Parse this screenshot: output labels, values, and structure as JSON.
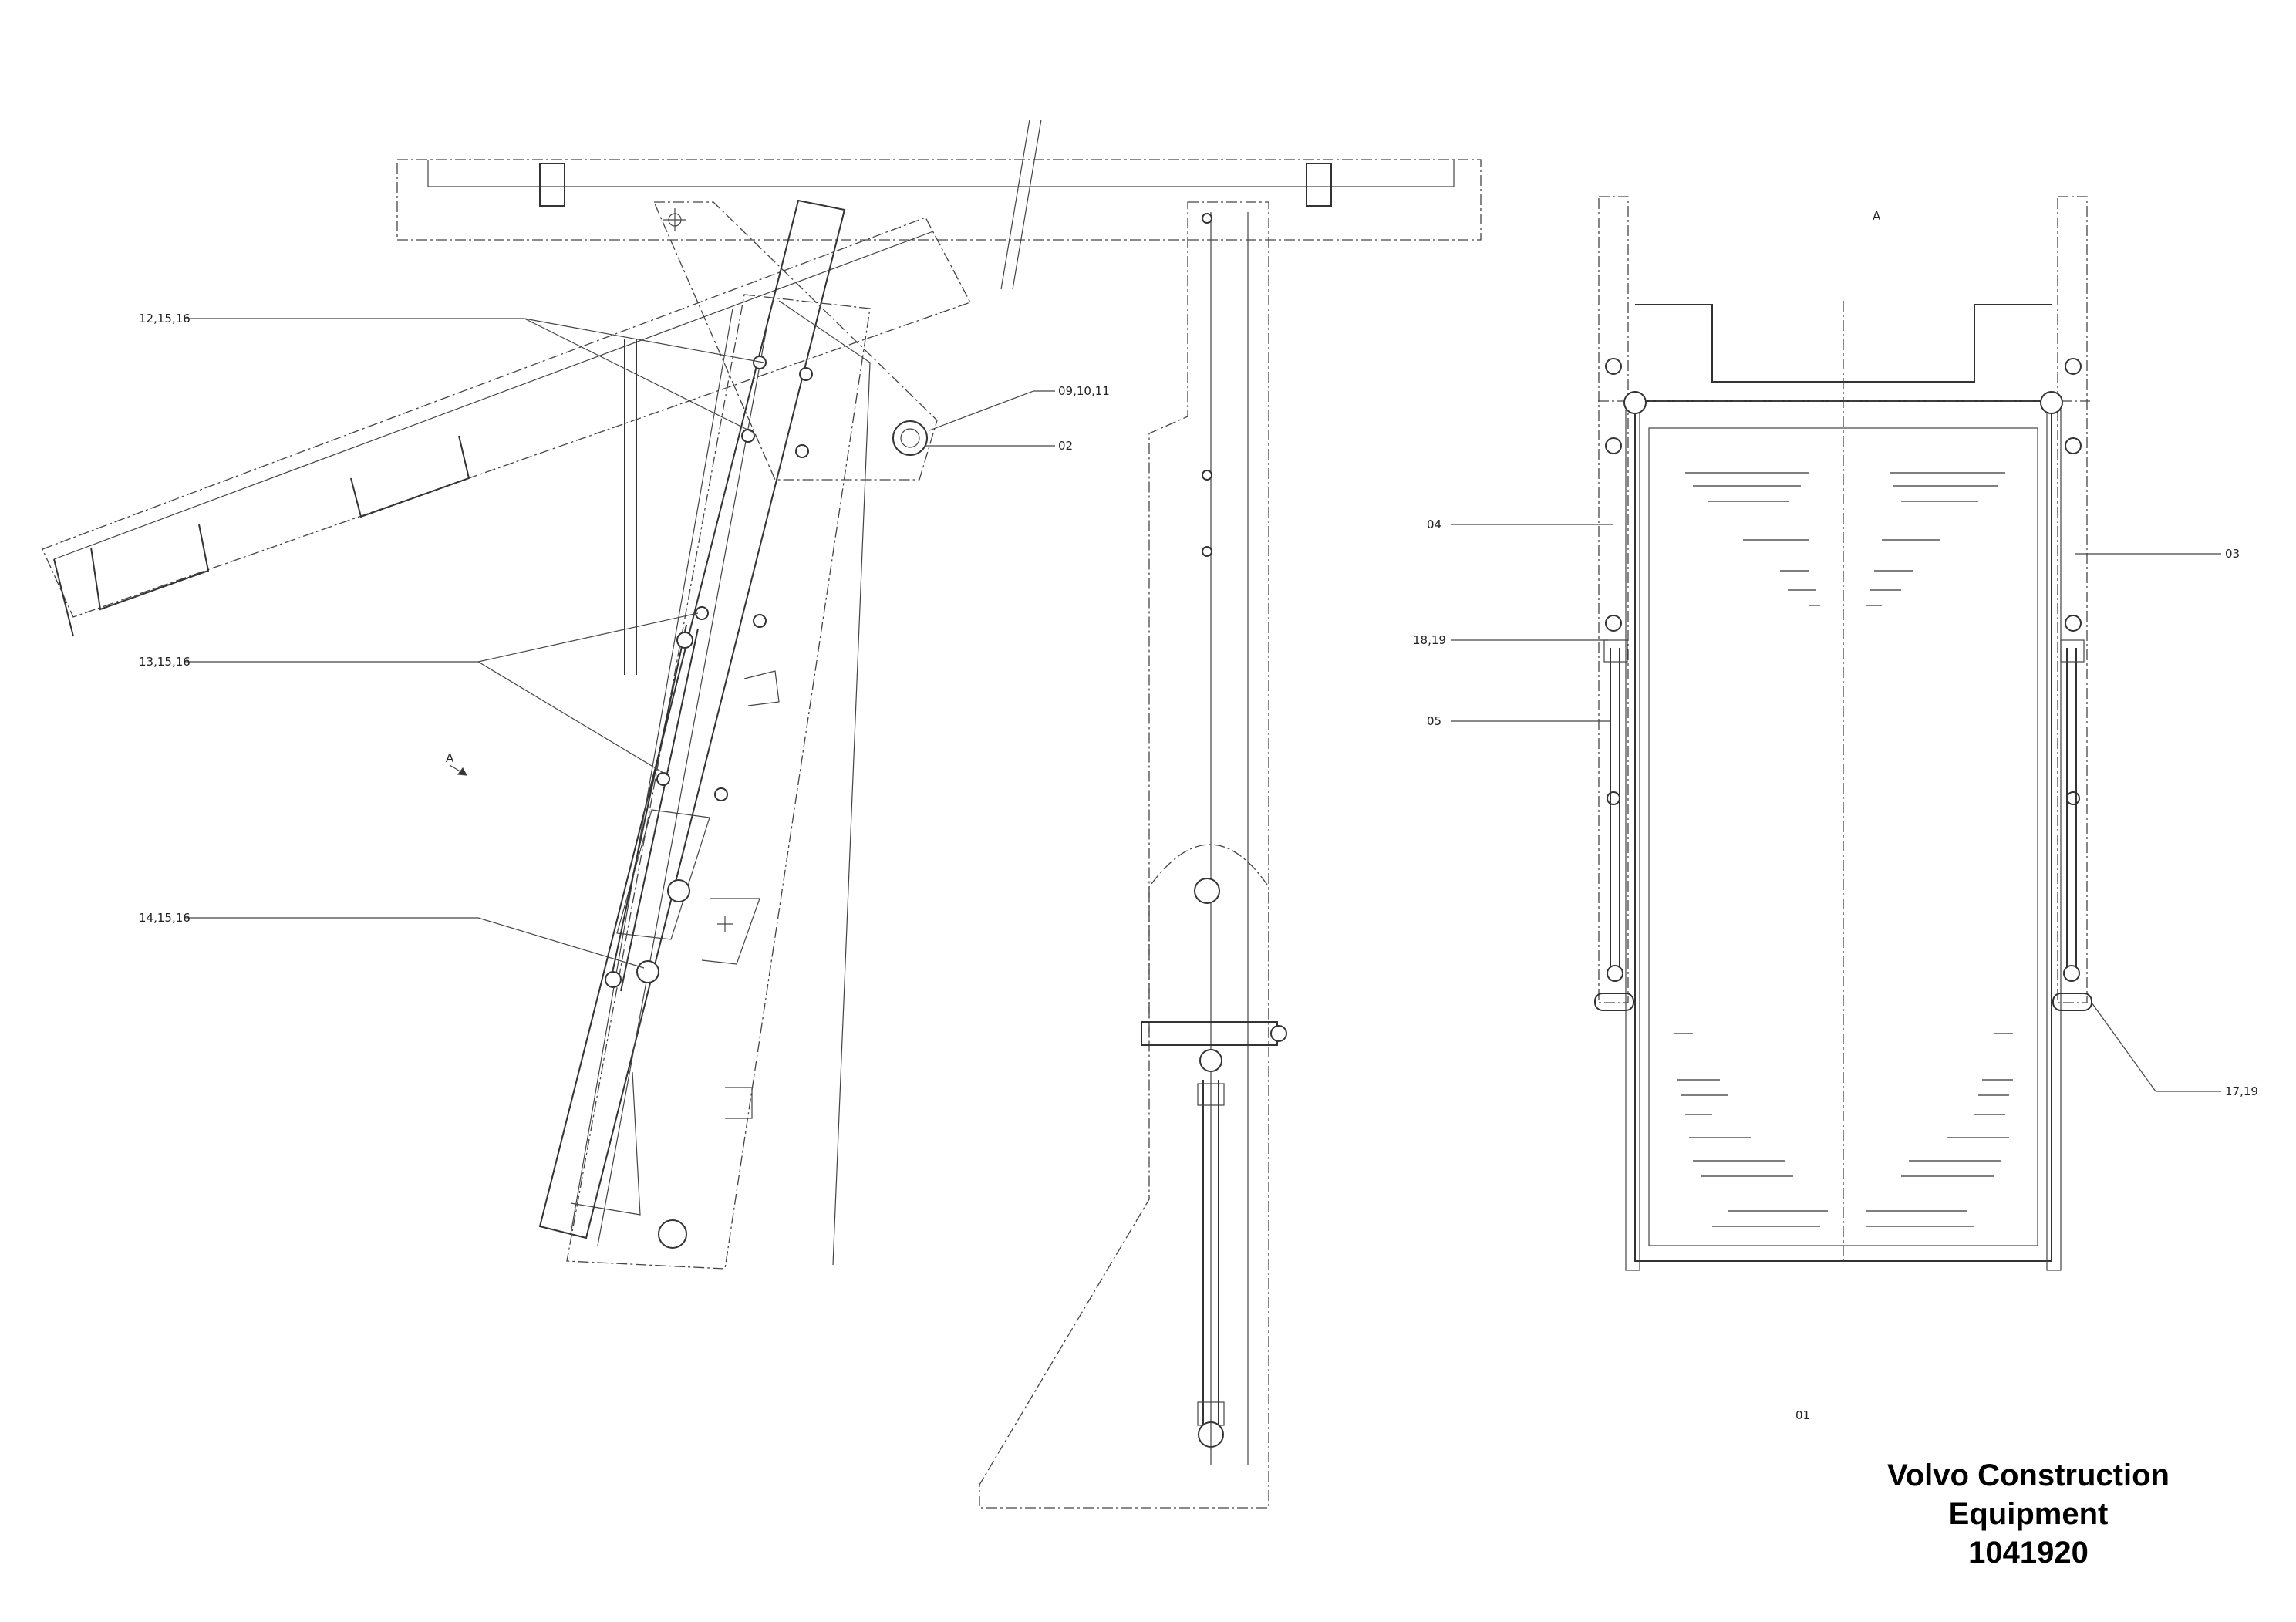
{
  "callouts": {
    "c_12_15_16": "12,15,16",
    "c_13_15_16": "13,15,16",
    "c_14_15_16": "14,15,16",
    "c_09_10_11": "09,10,11",
    "c_02": "02",
    "c_04": "04",
    "c_18_19": "18,19",
    "c_05": "05",
    "c_03": "03",
    "c_17_19": "17,19",
    "c_01": "01"
  },
  "view_marks": {
    "side_arrow": "A",
    "top_view": "A"
  },
  "title_block": {
    "company_line1": "Volvo Construction",
    "company_line2": "Equipment",
    "part_number": "1041920"
  }
}
